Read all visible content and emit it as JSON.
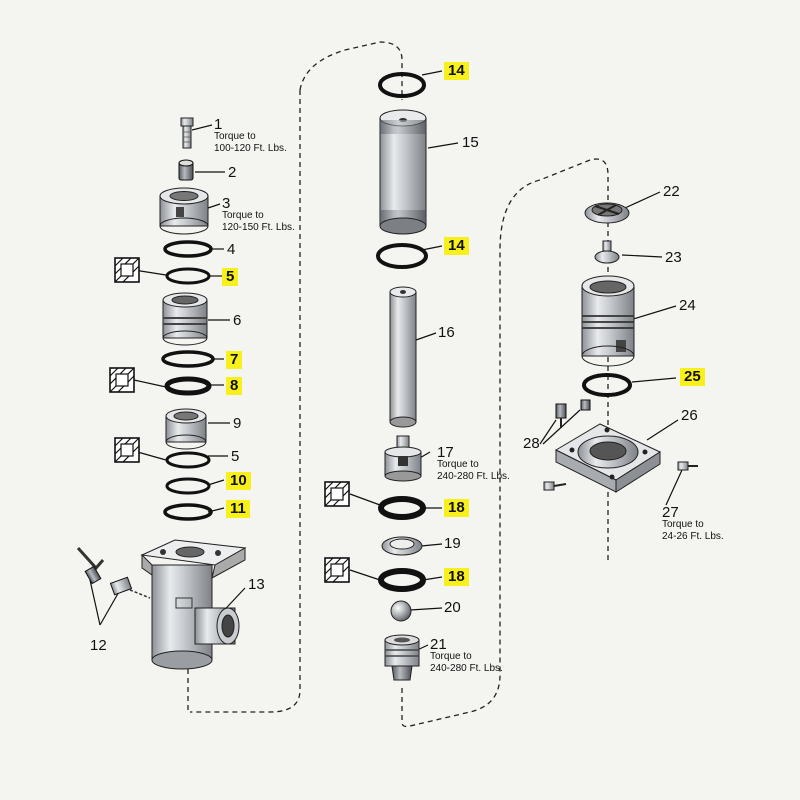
{
  "colors": {
    "highlight": "#f7f01a",
    "metal": "#c9ccd0",
    "ring": "#111111",
    "background": "#f4f4f1"
  },
  "parts": [
    {
      "id": "p1",
      "label": "1",
      "highlighted": false
    },
    {
      "id": "p2",
      "label": "2",
      "highlighted": false
    },
    {
      "id": "p3",
      "label": "3",
      "highlighted": false
    },
    {
      "id": "p4",
      "label": "4",
      "highlighted": false
    },
    {
      "id": "p5a",
      "label": "5",
      "highlighted": true
    },
    {
      "id": "p6",
      "label": "6",
      "highlighted": false
    },
    {
      "id": "p7",
      "label": "7",
      "highlighted": true
    },
    {
      "id": "p8",
      "label": "8",
      "highlighted": true
    },
    {
      "id": "p9",
      "label": "9",
      "highlighted": false
    },
    {
      "id": "p5b",
      "label": "5",
      "highlighted": false
    },
    {
      "id": "p10",
      "label": "10",
      "highlighted": true
    },
    {
      "id": "p11",
      "label": "11",
      "highlighted": true
    },
    {
      "id": "p12",
      "label": "12",
      "highlighted": false
    },
    {
      "id": "p13",
      "label": "13",
      "highlighted": false
    },
    {
      "id": "p14a",
      "label": "14",
      "highlighted": true
    },
    {
      "id": "p15",
      "label": "15",
      "highlighted": false
    },
    {
      "id": "p14b",
      "label": "14",
      "highlighted": true
    },
    {
      "id": "p16",
      "label": "16",
      "highlighted": false
    },
    {
      "id": "p17",
      "label": "17",
      "highlighted": false
    },
    {
      "id": "p18a",
      "label": "18",
      "highlighted": true
    },
    {
      "id": "p19",
      "label": "19",
      "highlighted": false
    },
    {
      "id": "p18b",
      "label": "18",
      "highlighted": true
    },
    {
      "id": "p20",
      "label": "20",
      "highlighted": false
    },
    {
      "id": "p21",
      "label": "21",
      "highlighted": false
    },
    {
      "id": "p22",
      "label": "22",
      "highlighted": false
    },
    {
      "id": "p23",
      "label": "23",
      "highlighted": false
    },
    {
      "id": "p24",
      "label": "24",
      "highlighted": false
    },
    {
      "id": "p25",
      "label": "25",
      "highlighted": true
    },
    {
      "id": "p26",
      "label": "26",
      "highlighted": false
    },
    {
      "id": "p27",
      "label": "27",
      "highlighted": false
    },
    {
      "id": "p28",
      "label": "28",
      "highlighted": false
    }
  ],
  "notes": {
    "p1": "Torque to\n100-120 Ft. Lbs.",
    "p3": "Torque to\n120-150 Ft. Lbs.",
    "p17": "Torque to\n240-280 Ft. Lbs.",
    "p21": "Torque to\n240-280 Ft. Lbs.",
    "p27": "Torque to\n24-26 Ft. Lbs."
  },
  "icons": [
    "seal-kit-icon"
  ]
}
